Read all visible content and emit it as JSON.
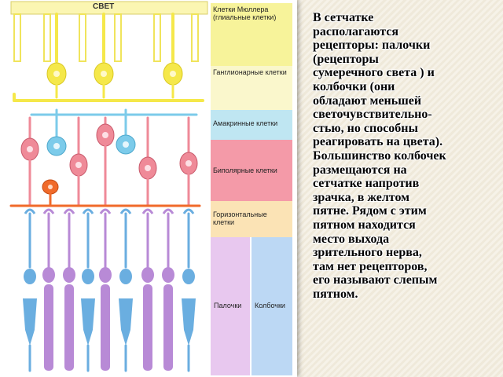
{
  "diagram": {
    "light_label": "СВЕТ",
    "layers": [
      {
        "id": "muller",
        "label": "Клетки Мюллера (глиальные клетки)",
        "color": "#f7f39a"
      },
      {
        "id": "ganglion",
        "label": "Ганглионарные клетки",
        "color": "#faf7cc"
      },
      {
        "id": "amacrine",
        "label": "Амакринные клетки",
        "color": "#bfe6f2"
      },
      {
        "id": "bipolar",
        "label": "Биполярные клетки",
        "color": "#f49aa8"
      },
      {
        "id": "horizontal",
        "label": "Горизонтальные клетки",
        "color": "#fbe3b5"
      }
    ],
    "rods_label": "Палочки",
    "rods_color": "#e8c8ef",
    "cones_label": "Колбочки",
    "cones_color": "#bcd8f4",
    "cell_colors": {
      "ganglion": "#f5e84a",
      "amacrine": "#7ccbea",
      "bipolar": "#ef8a98",
      "horizontal": "#f06a2a",
      "rod": "#b88ad6",
      "cone": "#6aaee0"
    }
  },
  "text": {
    "lines": [
      "В сетчатке",
      "располагаются",
      "рецепторы: палочки",
      "(рецепторы",
      "сумеречного света ) и",
      "колбочки (они",
      "обладают  меньшей",
      "светочувствительно-",
      "стью, но способны",
      "реагировать на цвета).",
      "Большинство колбочек",
      " размещаются на",
      "сетчатке  напротив",
      "зрачка,  в желтом",
      "пятне.  Рядом  с этим",
      "пятном  находится",
      "место выхода",
      "зрительного нерва,",
      "там нет рецепторов,",
      "его называют слепым",
      "пятном."
    ]
  }
}
